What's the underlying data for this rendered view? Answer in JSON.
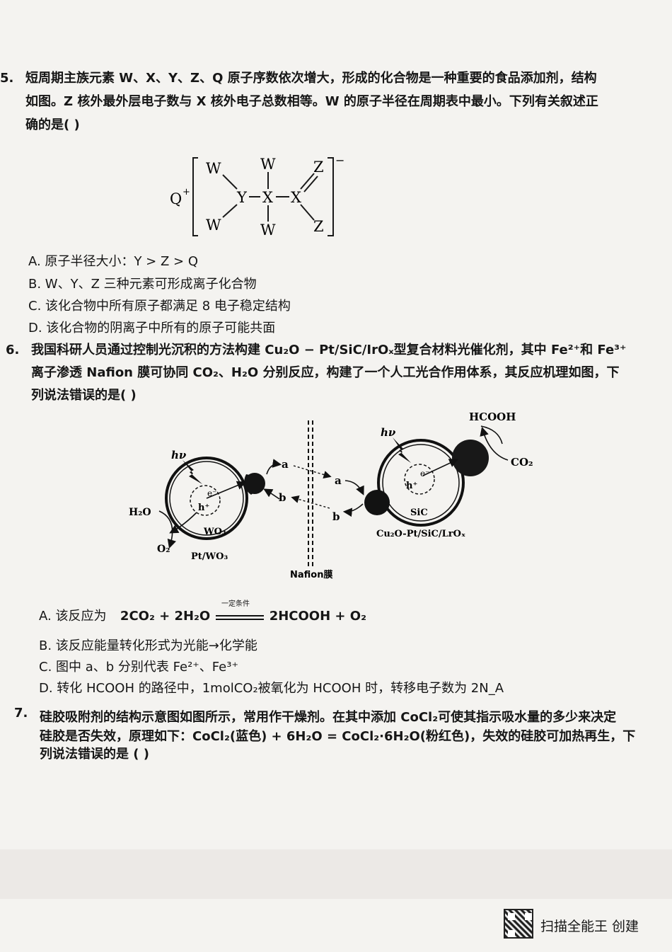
{
  "q5": {
    "number": "5.",
    "stem_lines": [
      "短周期主族元素 W、X、Y、Z、Q 原子序数依次增大，形成的化合物是一种重要的食品添加剂，结构",
      "如图。Z 核外最外层电子数与 X 核外电子总数相等。W 的原子半径在周期表中最小。下列有关叙述正",
      "确的是(    )"
    ],
    "structure": {
      "cation": "Q",
      "cation_charge": "+",
      "anion_charge": "−",
      "atoms": [
        "W",
        "W",
        "W",
        "W",
        "Y",
        "X",
        "X",
        "Z",
        "Z"
      ]
    },
    "options": [
      "A. 原子半径大小：Y > Z > Q",
      "B. W、Y、Z 三种元素可形成离子化合物",
      "C. 该化合物中所有原子都满足 8 电子稳定结构",
      "D. 该化合物的阴离子中所有的原子可能共面"
    ]
  },
  "q6": {
    "number": "6.",
    "stem_lines": [
      "我国科研人员通过控制光沉积的方法构建 Cu₂O − Pt/SiC/IrOₓ型复合材料光催化剂，其中 Fe²⁺和 Fe³⁺",
      "离子渗透 Nafion 膜可协同 CO₂、H₂O 分别反应，构建了一个人工光合作用体系，其反应机理如图，下",
      "列说法错误的是(    )"
    ],
    "diagram": {
      "hv": "hν",
      "electron": "e⁻",
      "hole": "h⁺",
      "left_particle": "WO₃",
      "left_catalyst": "Pt/WO₃",
      "h2o": "H₂O",
      "o2": "O₂",
      "a": "a",
      "b": "b",
      "membrane": "Nafion膜",
      "right_particle": "SiC",
      "right_catalyst": "Cu₂O-Pt/SiC/LrOₓ",
      "hcooh": "HCOOH",
      "co2": "CO₂"
    },
    "options": [
      {
        "label": "A. 该反应为",
        "equation_left": "2CO₂ + 2H₂O",
        "condition": "一定条件",
        "equation_right": "2HCOOH + O₂"
      },
      {
        "text": "B. 该反应能量转化形式为光能→化学能"
      },
      {
        "text": "C. 图中 a、b 分别代表 Fe²⁺、Fe³⁺"
      },
      {
        "text": "D. 转化 HCOOH 的路径中，1molCO₂被氧化为 HCOOH 时，转移电子数为 2N_A"
      }
    ]
  },
  "q7": {
    "number": "7.",
    "stem_lines": [
      "硅胶吸附剂的结构示意图如图所示，常用作干燥剂。在其中添加 CoCl₂可使其指示吸水量的多少来决定",
      "硅胶是否失效，原理如下：CoCl₂(蓝色) + 6H₂O = CoCl₂·6H₂O(粉红色)，失效的硅胶可加热再生，下",
      "列说法错误的是 (    )"
    ]
  },
  "footer": {
    "watermark": "扫描全能王  创建"
  }
}
